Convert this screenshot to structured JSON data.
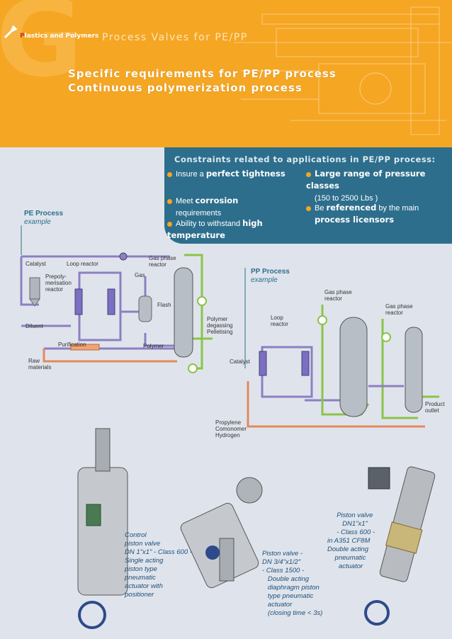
{
  "header": {
    "brand_initial": "P",
    "brand_rest": "lastics and Polymers",
    "subtitle": "Process Valves for PE/PP",
    "title_line1": "Specific requirements for PE/PP process",
    "title_line2": "Continuous polymerization process",
    "brand_color": "#f5a623",
    "watermark_letter": "G"
  },
  "constraints": {
    "title": "Constraints related to applications in PE/PP process:",
    "items": [
      {
        "normal": "Insure a ",
        "bold": "perfect tightness"
      },
      {
        "normal": "Meet ",
        "bold": "corrosion",
        "after": "requirements"
      },
      {
        "normal": "Ability to withstand ",
        "bold": "high temperature"
      },
      {
        "bold": "Large range of pressure classes",
        "after": "(150 to 2500 Lbs )"
      },
      {
        "normal": "Be ",
        "bold": "referenced",
        "after": " by the main",
        "bold2": "process licensors"
      }
    ]
  },
  "pe_process": {
    "title": "PE Process",
    "subtitle": "example",
    "labels": {
      "catalyst": "Catalyst",
      "loop_reactor": "Loop reactor",
      "prepoly": "Prepoly-\nmerisation\nreactor",
      "gas_phase_reactor": "Gas phase\nreactor",
      "gas": "Gas",
      "flash": "Flash",
      "diluent": "Diluent",
      "purification": "Purification",
      "polymer": "Polymer",
      "degassing": "Polymer\ndegassing\nPelletising",
      "raw_materials": "Raw\nmaterials"
    }
  },
  "pp_process": {
    "title": "PP Process",
    "subtitle": "example",
    "labels": {
      "gas_phase_reactor_1": "Gas phase\nreactor",
      "gas_phase_reactor_2": "Gas phase\nreactor",
      "loop_reactor": "Loop\nreactor",
      "catalyst": "Catalyst",
      "product_outlet": "Product\noutlet",
      "feed": "Propylene\nComonomer\nHydrogen"
    }
  },
  "captions": {
    "valve1": "Control\npiston valve\nDN 1\"x1\" - Class 600 -\nSingle acting\npiston type\npneumatic\nactuator with\npositioner",
    "valve2": "Piston valve -\nDN 3/4\"x1/2\"\n- Class 1500 -\n   Double acting\n   diaphragm piston\n   type pneumatic\n   actuator\n   (closing time < 3s)",
    "valve3": "     Piston valve\n        DN1\"x1\"\n     - Class 600 -\nin A351 CF8M\nDouble acting\n    pneumatic\n      actuator"
  }
}
